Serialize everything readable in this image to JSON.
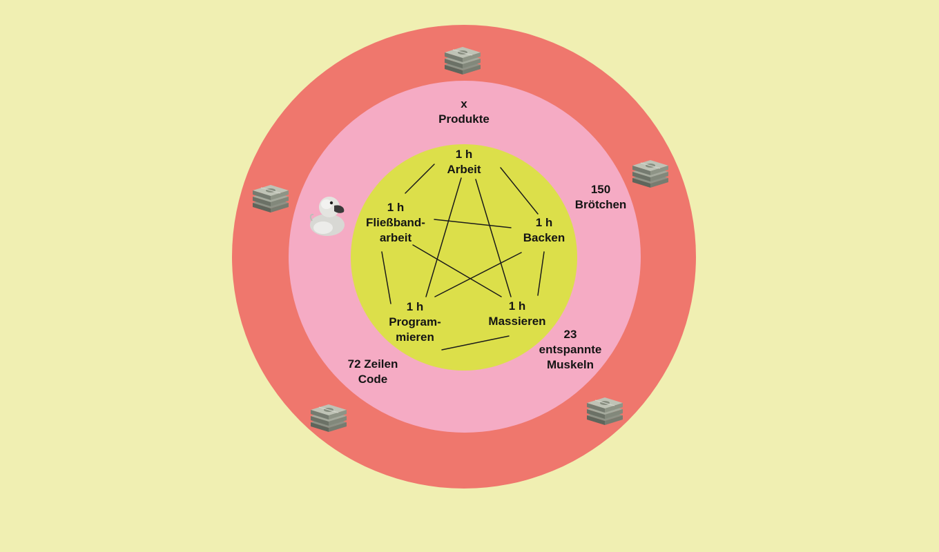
{
  "colors": {
    "background": "#f0efb2",
    "outer_ring": "#ef776d",
    "middle_ring": "#f5abc4",
    "inner_circle": "#dcdf4a",
    "line": "#1a1a1a",
    "text": "#141414"
  },
  "activities": [
    {
      "id": "arbeit",
      "hours": "1 h",
      "lines": [
        "Arbeit"
      ]
    },
    {
      "id": "backen",
      "hours": "1 h",
      "lines": [
        "Backen"
      ]
    },
    {
      "id": "massieren",
      "hours": "1 h",
      "lines": [
        "Massieren"
      ]
    },
    {
      "id": "programmieren",
      "hours": "1 h",
      "lines": [
        "Program-",
        "mieren"
      ]
    },
    {
      "id": "fliessband",
      "hours": "1 h",
      "lines": [
        "Fließband-",
        "arbeit"
      ]
    }
  ],
  "outputs": [
    {
      "id": "produkte",
      "lines": [
        "x",
        "Produkte"
      ]
    },
    {
      "id": "broetchen",
      "lines": [
        "150",
        "Brötchen"
      ]
    },
    {
      "id": "muskeln",
      "lines": [
        "23",
        "entspannte",
        "Muskeln"
      ]
    },
    {
      "id": "code",
      "lines": [
        "72 Zeilen",
        "Code"
      ]
    }
  ],
  "icons": {
    "money": "money-stack-icon",
    "duck": "rubber-duck-icon"
  }
}
